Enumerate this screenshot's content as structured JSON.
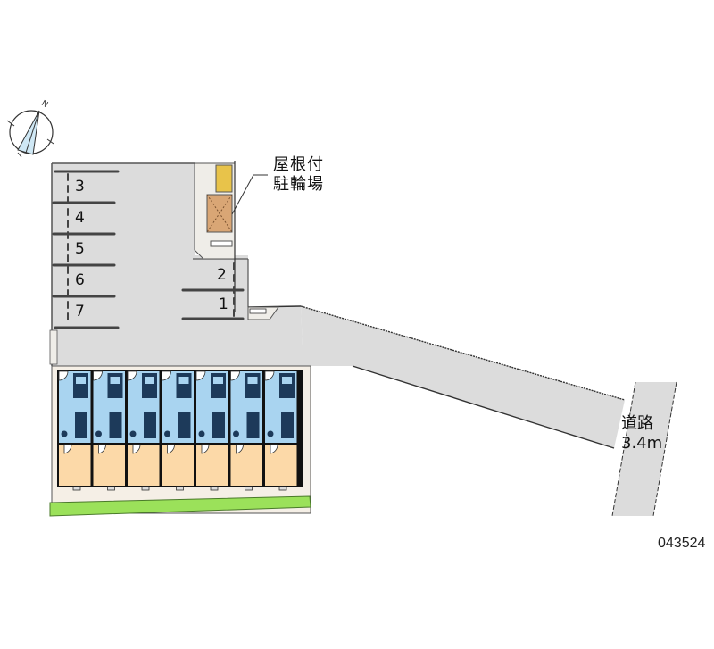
{
  "map": {
    "compass": {
      "icon": "north-arrow-compass-icon",
      "direction_label": "N"
    },
    "bicycle_parking": {
      "line1": "屋根付",
      "line2": "駐輪場"
    },
    "road": {
      "name": "道路",
      "width": "3.4m"
    },
    "property_code": "043524",
    "parking_spaces": [
      {
        "number": "1"
      },
      {
        "number": "2"
      },
      {
        "number": "3"
      },
      {
        "number": "4"
      },
      {
        "number": "5"
      },
      {
        "number": "6"
      },
      {
        "number": "7"
      }
    ],
    "building": {
      "unit_count": 7
    },
    "colors": {
      "pavement": "#dcdcdc",
      "walkway": "#efede8",
      "unit_room": "#fcd9a8",
      "unit_wet_area": "#a9d4f0",
      "bike_roof": "#d9a675",
      "bike_racks": "#e8c34a",
      "greenery": "#9be15a",
      "wall": "#222222"
    }
  }
}
